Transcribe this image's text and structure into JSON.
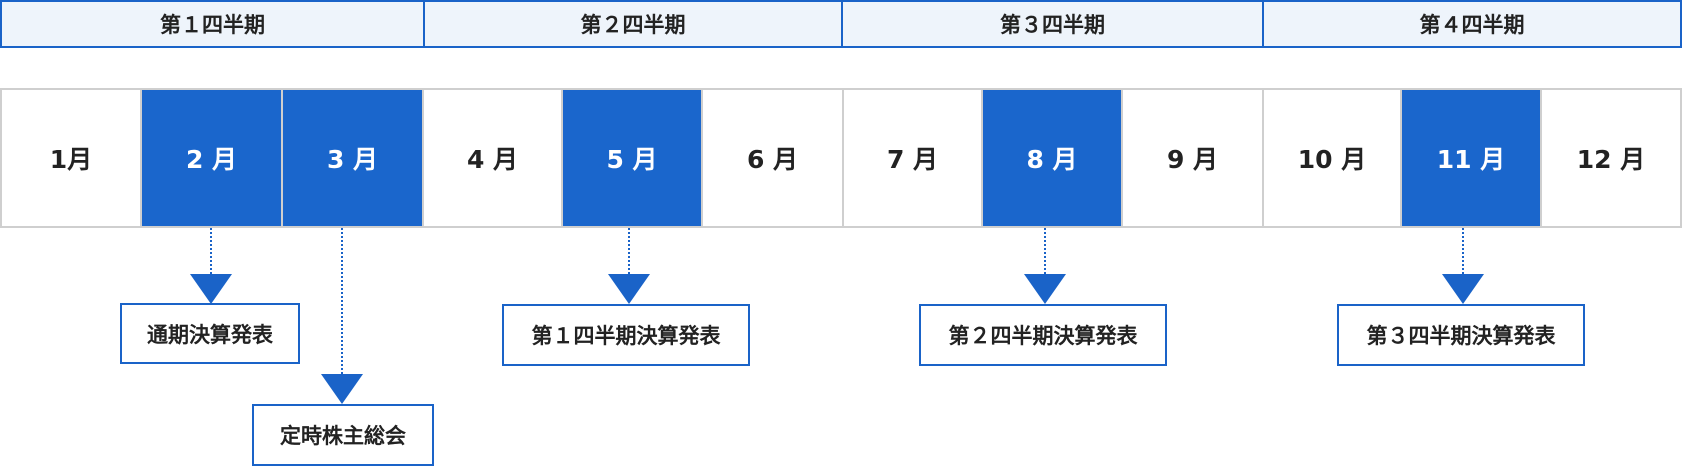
{
  "quarters": [
    {
      "label": "第１四半期"
    },
    {
      "label": "第２四半期"
    },
    {
      "label": "第３四半期"
    },
    {
      "label": "第４四半期"
    }
  ],
  "months": [
    {
      "label": "1月",
      "highlight": false
    },
    {
      "label": "2 月",
      "highlight": true
    },
    {
      "label": "3 月",
      "highlight": true
    },
    {
      "label": "4 月",
      "highlight": false
    },
    {
      "label": "5 月",
      "highlight": true
    },
    {
      "label": "6 月",
      "highlight": false
    },
    {
      "label": "7 月",
      "highlight": false
    },
    {
      "label": "8 月",
      "highlight": true
    },
    {
      "label": "9 月",
      "highlight": false
    },
    {
      "label": "10 月",
      "highlight": false
    },
    {
      "label": "11 月",
      "highlight": true
    },
    {
      "label": "12 月",
      "highlight": false
    }
  ],
  "events": [
    {
      "label": "通期決算発表",
      "month": "2 月"
    },
    {
      "label": "定時株主総会",
      "month": "3 月"
    },
    {
      "label": "第１四半期決算発表",
      "month": "5 月"
    },
    {
      "label": "第２四半期決算発表",
      "month": "8 月"
    },
    {
      "label": "第３四半期決算発表",
      "month": "11 月"
    }
  ],
  "colors": {
    "accent": "#1a66cc",
    "quarter_bg": "#eef4fb",
    "border_gray": "#cfcfcf"
  }
}
